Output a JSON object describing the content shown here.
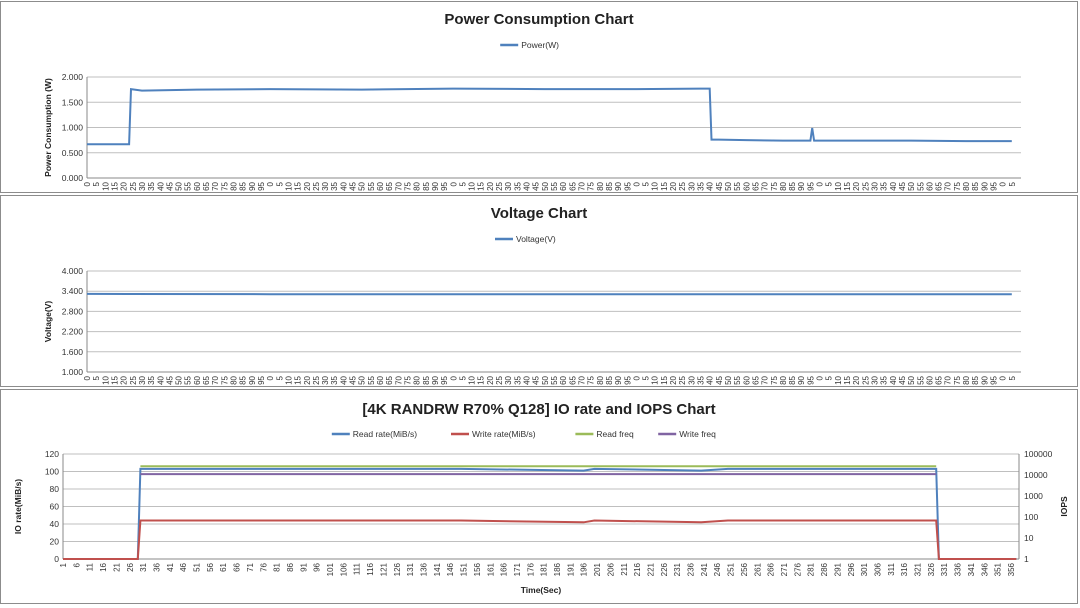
{
  "chart_data": [
    {
      "type": "line",
      "title": "Power Consumption Chart",
      "ylabel": "Power Consumption (W)",
      "xlabel": "",
      "ylim": [
        0,
        2
      ],
      "y_ticks": [
        "0.000",
        "0.500",
        "1.000",
        "1.500",
        "2.000"
      ],
      "grid": true,
      "legend_position": "top",
      "series": [
        {
          "name": "Power(W)",
          "color": "#4f81bd",
          "points": [
            [
              0,
              0.67
            ],
            [
              23,
              0.67
            ],
            [
              24,
              1.76
            ],
            [
              30,
              1.73
            ],
            [
              60,
              1.75
            ],
            [
              100,
              1.76
            ],
            [
              150,
              1.75
            ],
            [
              200,
              1.77
            ],
            [
              250,
              1.76
            ],
            [
              300,
              1.76
            ],
            [
              335,
              1.77
            ],
            [
              340,
              1.77
            ],
            [
              341,
              0.76
            ],
            [
              345,
              0.76
            ],
            [
              360,
              0.75
            ],
            [
              380,
              0.74
            ],
            [
              395,
              0.74
            ],
            [
              396,
              0.99
            ],
            [
              397,
              0.74
            ],
            [
              420,
              0.74
            ],
            [
              450,
              0.74
            ],
            [
              480,
              0.73
            ],
            [
              505,
              0.73
            ]
          ]
        }
      ]
    },
    {
      "type": "line",
      "title": "Voltage Chart",
      "ylabel": "Voltage(V)",
      "xlabel": "",
      "ylim": [
        1,
        4
      ],
      "y_ticks": [
        "1.000",
        "1.600",
        "2.200",
        "2.800",
        "3.400",
        "4.000"
      ],
      "grid": true,
      "legend_position": "top",
      "series": [
        {
          "name": "Voltage(V)",
          "color": "#4f81bd",
          "points": [
            [
              0,
              3.32
            ],
            [
              100,
              3.31
            ],
            [
              200,
              3.31
            ],
            [
              300,
              3.31
            ],
            [
              400,
              3.31
            ],
            [
              505,
              3.31
            ]
          ]
        }
      ]
    },
    {
      "type": "line",
      "title": "[4K RANDRW R70% Q128] IO rate and IOPS Chart",
      "xlabel": "Time(Sec)",
      "ylabel": "IO rate(MiB/s)",
      "y2label": "IOPS",
      "ylim": [
        0,
        120
      ],
      "y2lim": [
        1,
        100000
      ],
      "y2scale": "log",
      "y_ticks": [
        "0",
        "20",
        "40",
        "60",
        "80",
        "100",
        "120"
      ],
      "y2_ticks": [
        "1",
        "10",
        "100",
        "1000",
        "10000",
        "100000"
      ],
      "grid": true,
      "legend_position": "top",
      "series": [
        {
          "name": "Read rate(MiB/s)",
          "color": "#4f81bd",
          "axis": "left",
          "points": [
            [
              1,
              0
            ],
            [
              29,
              0
            ],
            [
              30,
              103
            ],
            [
              60,
              103
            ],
            [
              100,
              103
            ],
            [
              150,
              103
            ],
            [
              196,
              101
            ],
            [
              200,
              103
            ],
            [
              240,
              101
            ],
            [
              250,
              103
            ],
            [
              300,
              103
            ],
            [
              328,
              103
            ],
            [
              329,
              0
            ],
            [
              358,
              0
            ]
          ]
        },
        {
          "name": "Write rate(MiB/s)",
          "color": "#c0504d",
          "axis": "left",
          "points": [
            [
              1,
              0
            ],
            [
              29,
              0
            ],
            [
              30,
              44
            ],
            [
              60,
              44
            ],
            [
              100,
              44
            ],
            [
              150,
              44
            ],
            [
              196,
              42
            ],
            [
              200,
              44
            ],
            [
              240,
              42
            ],
            [
              250,
              44
            ],
            [
              300,
              44
            ],
            [
              328,
              44
            ],
            [
              329,
              0
            ],
            [
              358,
              0
            ]
          ]
        },
        {
          "name": "Read freq",
          "color": "#9bbb59",
          "axis": "right",
          "points": [
            [
              30,
              26000
            ],
            [
              100,
              26000
            ],
            [
              200,
              26000
            ],
            [
              300,
              26000
            ],
            [
              328,
              26000
            ]
          ]
        },
        {
          "name": "Write freq",
          "color": "#8064a2",
          "axis": "right",
          "points": [
            [
              30,
              11000
            ],
            [
              100,
              11000
            ],
            [
              200,
              11000
            ],
            [
              300,
              11000
            ],
            [
              328,
              11000
            ]
          ]
        }
      ]
    }
  ]
}
